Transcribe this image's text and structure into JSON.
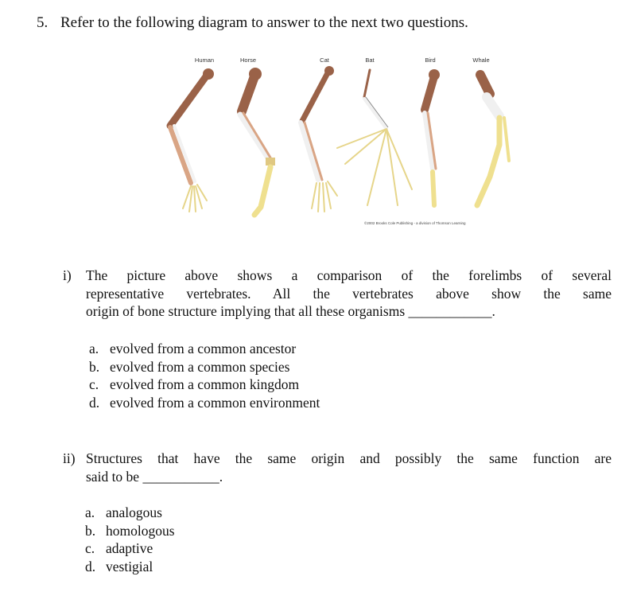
{
  "question": {
    "number": "5.",
    "text": "Refer to the following diagram to answer to the next two questions."
  },
  "figure": {
    "species": [
      "Human",
      "Horse",
      "Cat",
      "Bat",
      "Bird",
      "Whale"
    ],
    "credit": "©2002 Brooks Cole Publishing - a division of Thomson Learning"
  },
  "part1": {
    "numeral": "i)",
    "line1": "The picture above shows a comparison of the forelimbs of several",
    "line2": "representative vertebrates.   All the vertebrates above show the same",
    "line3": "origin of bone structure implying that all these organisms",
    "blank": "____________.",
    "options": [
      {
        "letter": "a.",
        "text": "evolved from a common ancestor"
      },
      {
        "letter": "b.",
        "text": "evolved from a common species"
      },
      {
        "letter": "c.",
        "text": "evolved from a common kingdom"
      },
      {
        "letter": "d.",
        "text": "evolved from a common environment"
      }
    ]
  },
  "part2": {
    "numeral": "ii)",
    "line1": "Structures that have the same origin and possibly the same function are",
    "line2": "said to be",
    "blank": "___________.",
    "options": [
      {
        "letter": "a.",
        "text": "analogous"
      },
      {
        "letter": "b.",
        "text": "homologous"
      },
      {
        "letter": "c.",
        "text": "adaptive"
      },
      {
        "letter": "d.",
        "text": "vestigial"
      }
    ]
  }
}
